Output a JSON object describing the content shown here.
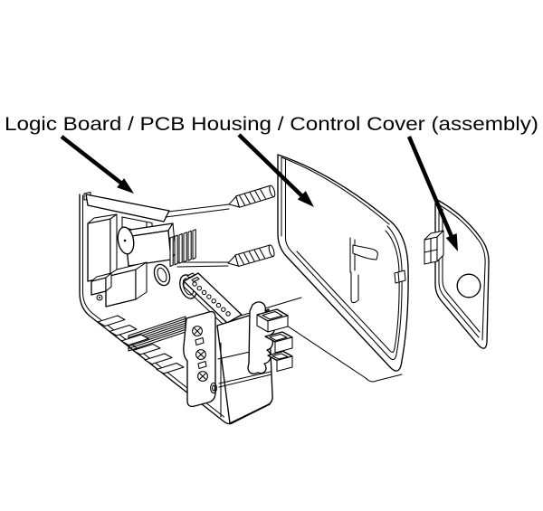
{
  "diagram": {
    "title": "Logic Board / PCB Housing / Control Cover (assembly)",
    "background_color": "#ffffff",
    "line_color": "#000000",
    "parts": [
      {
        "name": "Logic Board / PCB Housing",
        "callout": "left-arrow"
      },
      {
        "name": "Control Cover",
        "callout": "middle-arrow"
      },
      {
        "name": "Control Cover (assembly)",
        "callout": "right-arrow"
      }
    ]
  }
}
